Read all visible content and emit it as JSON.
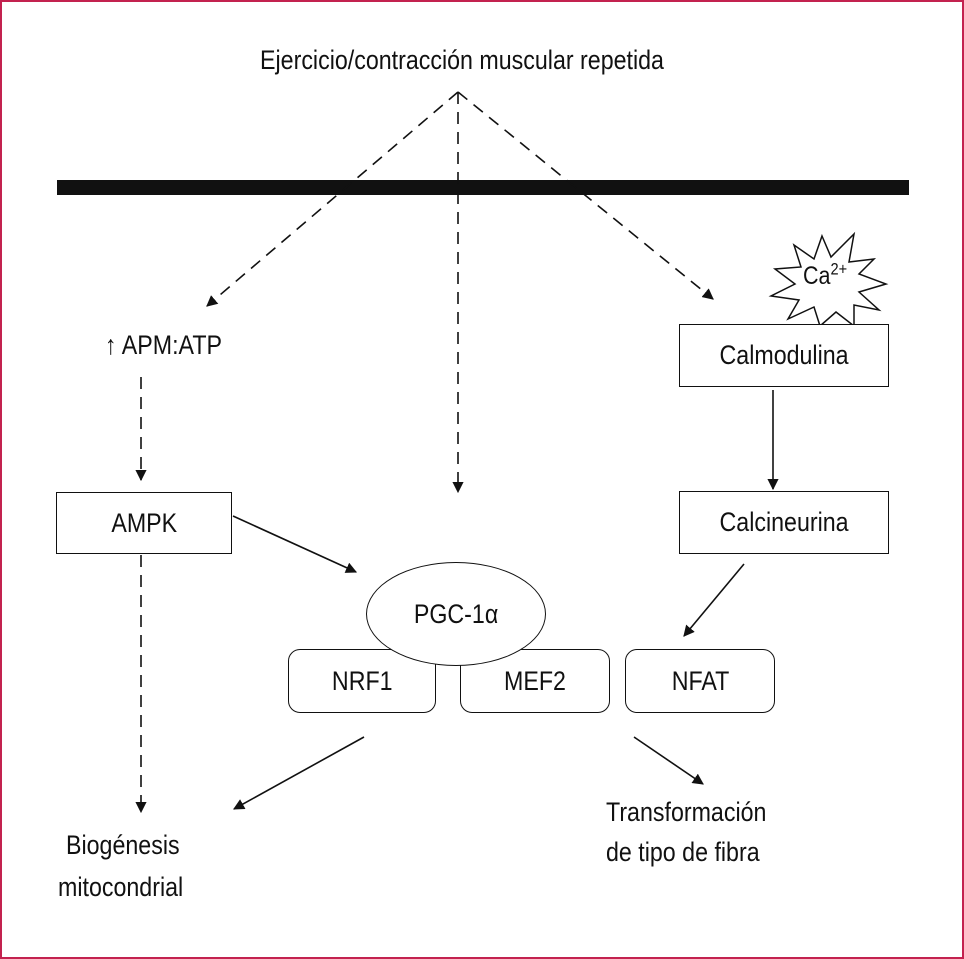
{
  "title": "Ejercicio/contracción muscular repetida",
  "nodes": {
    "apm_atp": {
      "arrow": "↑",
      "label": "APM:ATP"
    },
    "ampk": "AMPK",
    "calcium": {
      "symbol": "Ca",
      "charge": "2+"
    },
    "calmodulina": "Calmodulina",
    "calcineurina": "Calcineurina",
    "pgc1a": "PGC-1α",
    "nrf1": "NRF1",
    "mef2": "MEF2",
    "nfat": "NFAT"
  },
  "outcomes": {
    "biogenesis": [
      "Biogénesis",
      "mitocondrial"
    ],
    "fibra": [
      "Transformación",
      "de tipo de fibra"
    ]
  },
  "colors": {
    "frame_border": "#c3224f",
    "ink": "#111111",
    "background": "#ffffff"
  }
}
